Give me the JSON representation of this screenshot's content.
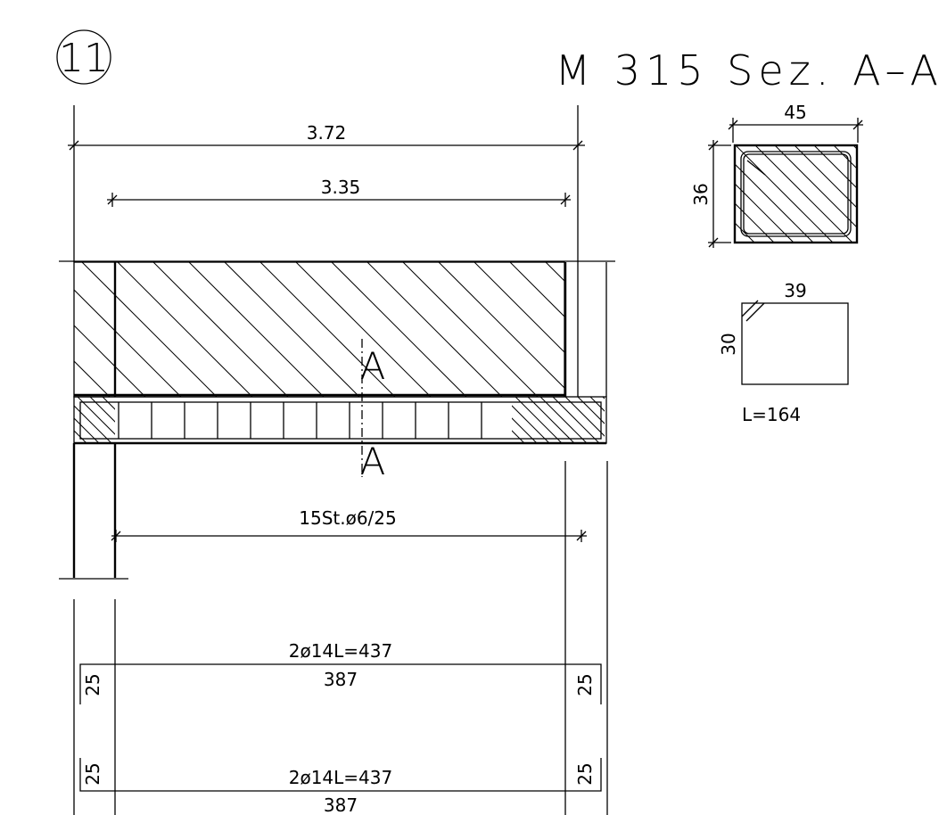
{
  "drawing": {
    "detail_number": "11",
    "title": "M 315 Sez. A–A",
    "dimensions": {
      "overall_span": "3.72",
      "clear_span": "3.35",
      "stirrups": "15St.ø6/25"
    },
    "section_mark": "A",
    "cross_section": {
      "width": "45",
      "height": "36"
    },
    "stirrup_shape": {
      "width": "39",
      "height": "30",
      "length": "L=164"
    },
    "bars": [
      {
        "label": "2ø14L=437",
        "length": "387",
        "hook_left": "25",
        "hook_right": "25"
      },
      {
        "label": "2ø14L=437",
        "length": "387",
        "hook_left": "25",
        "hook_right": "25"
      }
    ]
  }
}
